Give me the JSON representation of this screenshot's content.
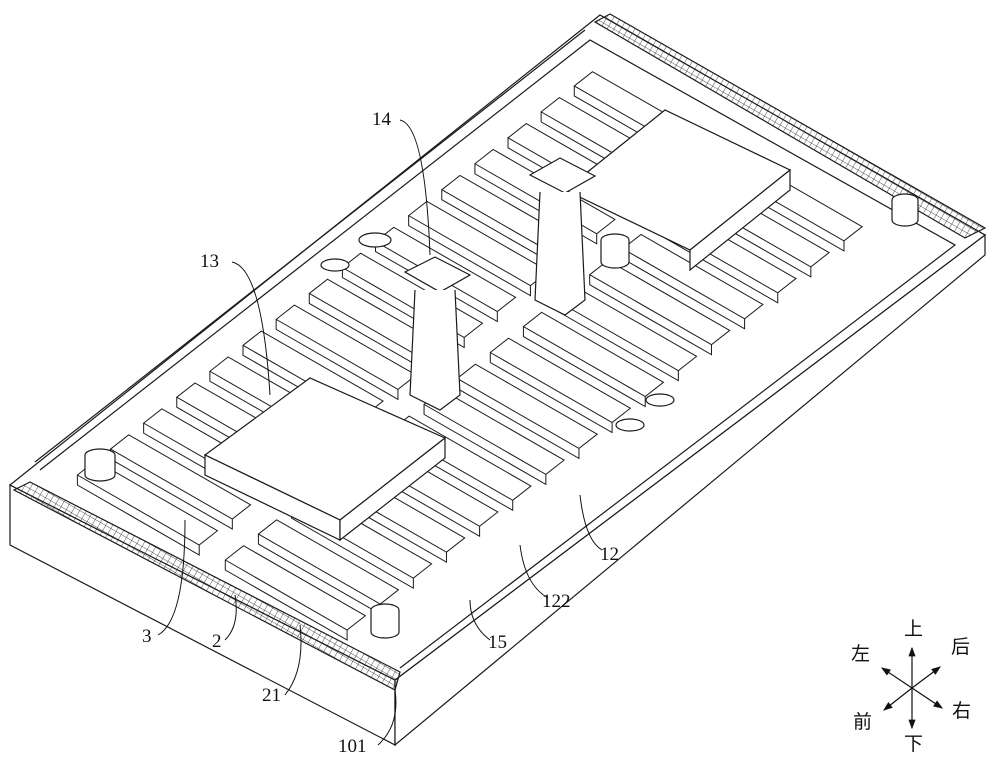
{
  "labels": {
    "l14": "14",
    "l13": "13",
    "l12": "12",
    "l122": "122",
    "l15": "15",
    "l3": "3",
    "l2": "2",
    "l21": "21",
    "l101": "101"
  },
  "compass": {
    "up": "上",
    "down": "下",
    "left": "左",
    "right": "右",
    "front": "前",
    "back": "后"
  },
  "colors": {
    "line": "#1a1a1a",
    "background": "#ffffff"
  }
}
